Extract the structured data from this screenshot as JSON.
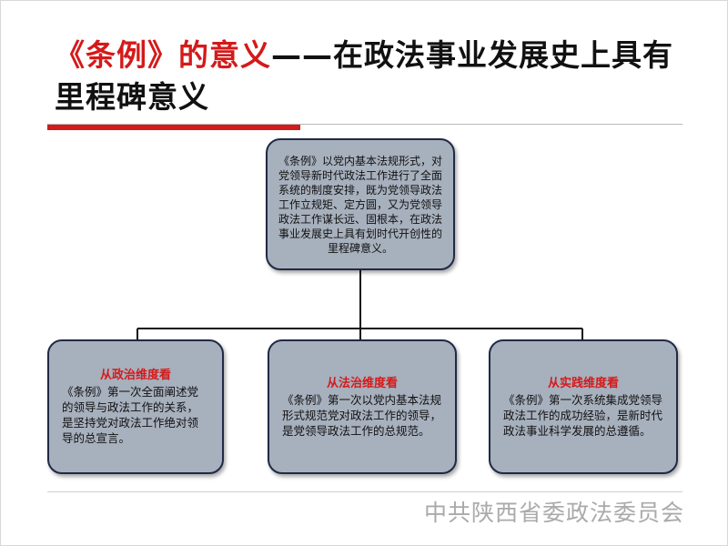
{
  "title": {
    "highlight": "《条例》的意义",
    "rest": "——在政法事业发展史上具有里程碑意义"
  },
  "top_box": {
    "text": "《条例》以党内基本法规形式，对党领导新时代政法工作进行了全面系统的制度安排，既为党领导政法工作立规矩、定方圆，又为党领导政法工作谋长远、固根本，在政法事业发展史上具有划时代开创性的里程碑意义。"
  },
  "branches": [
    {
      "heading": "从政治维度看",
      "text": "《条例》第一次全面阐述党的领导与政法工作的关系，是坚持党对政法工作绝对领导的总宣言。"
    },
    {
      "heading": "从法治维度看",
      "text": "《条例》第一次以党内基本法规形式规范党对政法工作的领导，是党领导政法工作的总规范。"
    },
    {
      "heading": "从实践维度看",
      "text": "《条例》第一次系统集成党领导政法工作的成功经验，是新时代政法事业科学发展的总遵循。"
    }
  ],
  "footer": "中共陕西省委政法委员会",
  "colors": {
    "accent_red": "#d41a1a",
    "box_fill": "#a7b0bd",
    "box_border": "#1f2a44"
  }
}
